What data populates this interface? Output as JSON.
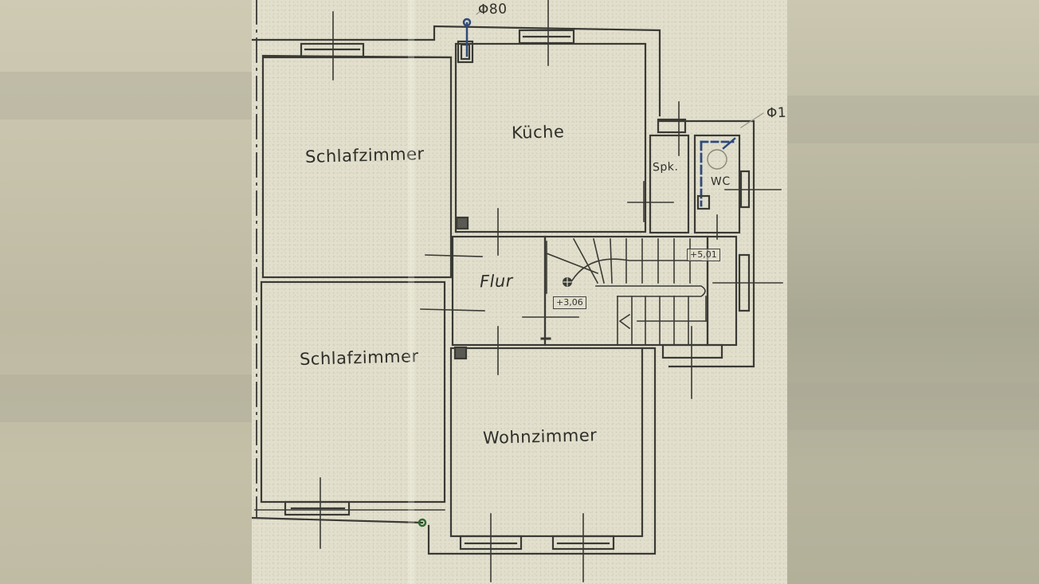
{
  "plan": {
    "type": "floor-plan",
    "colors": {
      "paper": "#e2dfcd",
      "ink": "#3a3a35",
      "blue_ink": "#2e4a7a",
      "green_marker": "#2f6b2f",
      "background": "#c9c5b0"
    },
    "rooms": [
      {
        "id": "kueche",
        "label": "Küche"
      },
      {
        "id": "schlafzimmer-1",
        "label": "Schlafzimmer"
      },
      {
        "id": "schlafzimmer-2",
        "label": "Schlafzimmer"
      },
      {
        "id": "wohnzimmer",
        "label": "Wohnzimmer"
      },
      {
        "id": "flur",
        "label": "Flur"
      },
      {
        "id": "speisekammer",
        "label": "Spk."
      },
      {
        "id": "wc",
        "label": "WC"
      }
    ],
    "annotations": {
      "pipe_top": "Φ80",
      "pipe_right": "Φ1",
      "level_upper": "+5,01",
      "level_lower": "+3,06"
    }
  }
}
